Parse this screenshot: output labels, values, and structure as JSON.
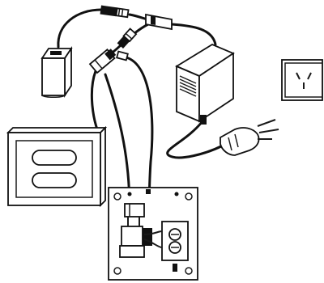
{
  "diagram": {
    "components": [
      {
        "id": "battery",
        "icon": "battery-pack-icon"
      },
      {
        "id": "transformer",
        "icon": "plug-pack-transformer-icon"
      },
      {
        "id": "wall-socket",
        "icon": "wall-power-socket-icon"
      },
      {
        "id": "plug",
        "icon": "mains-plug-icon"
      },
      {
        "id": "touch-panel",
        "icon": "touch-sensor-panel-icon"
      },
      {
        "id": "control-box",
        "icon": "solenoid-valve-control-box-icon"
      },
      {
        "id": "y-connector",
        "icon": "y-splitter-connector-icon"
      }
    ],
    "colors": {
      "line": "#111111",
      "fill": "#ffffff"
    }
  }
}
